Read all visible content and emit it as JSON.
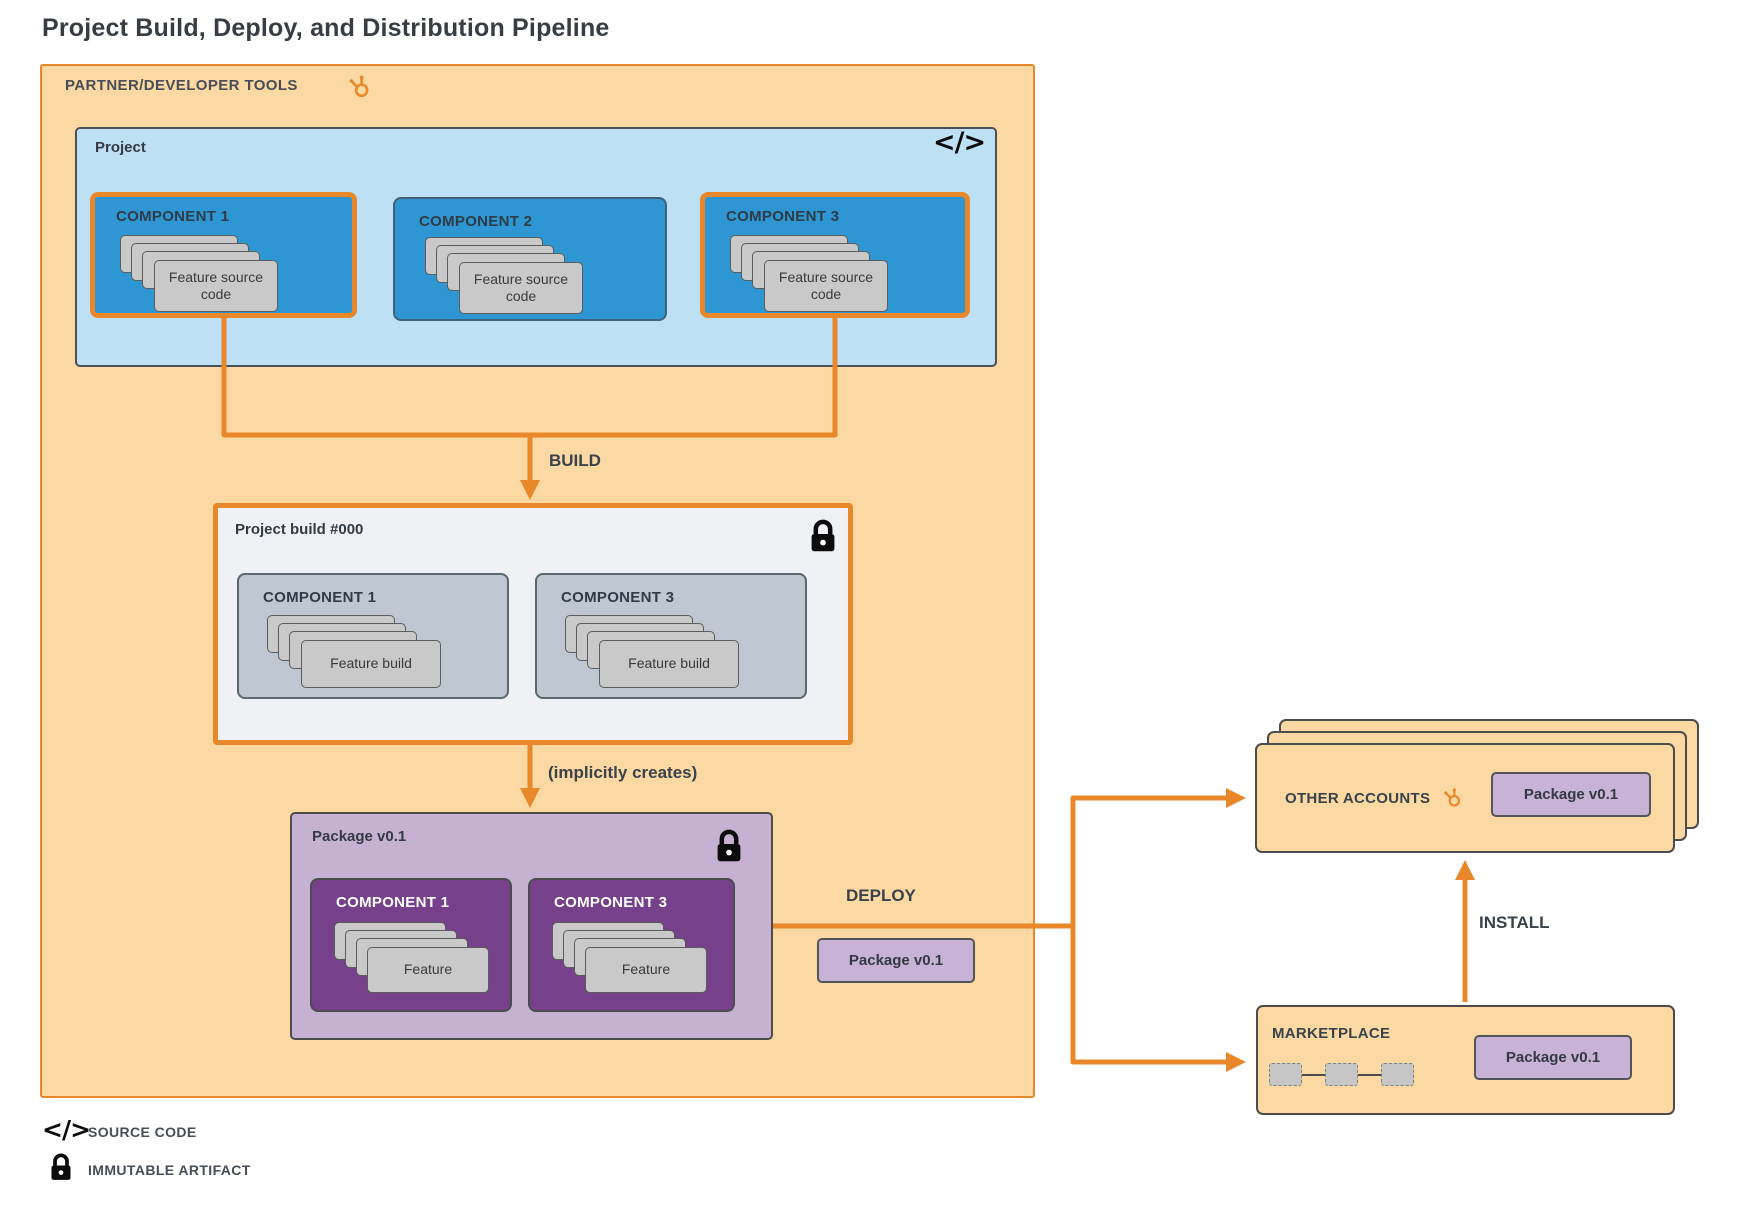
{
  "title": "Project Build, Deploy, and Distribution Pipeline",
  "icons": {
    "code_glyph": "</>"
  },
  "colors": {
    "accent_orange": "#e8882b",
    "panel_orange": "#fcd9a2",
    "component_blue": "#2e96d2",
    "project_blue": "#bee0f5",
    "build_gray": "#eff1f4",
    "build_component_gray": "#bec7d2",
    "package_purple": "#c7b1d3",
    "component_purple": "#77408b",
    "badge_purple": "#c8b2d5",
    "card_gray": "#c9c9c9"
  },
  "partner": {
    "label": "PARTNER/DEVELOPER TOOLS",
    "project": {
      "label": "Project",
      "components": [
        {
          "label": "COMPONENT 1",
          "card": "Feature source code"
        },
        {
          "label": "COMPONENT 2",
          "card": "Feature source code"
        },
        {
          "label": "COMPONENT 3",
          "card": "Feature source code"
        }
      ]
    },
    "build_arrow_label": "BUILD",
    "build": {
      "label": "Project build #000",
      "components": [
        {
          "label": "COMPONENT 1",
          "card": "Feature build"
        },
        {
          "label": "COMPONENT 3",
          "card": "Feature build"
        }
      ]
    },
    "implicit_label": "(implicitly creates)",
    "package": {
      "label": "Package v0.1",
      "components": [
        {
          "label": "COMPONENT 1",
          "card": "Feature"
        },
        {
          "label": "COMPONENT 3",
          "card": "Feature"
        }
      ]
    }
  },
  "deploy": {
    "label": "DEPLOY",
    "badge": "Package v0.1"
  },
  "other_accounts": {
    "label": "OTHER ACCOUNTS",
    "badge": "Package v0.1"
  },
  "install_label": "INSTALL",
  "marketplace": {
    "label": "MARKETPLACE",
    "badge": "Package v0.1"
  },
  "legend": [
    {
      "label": "SOURCE CODE"
    },
    {
      "label": "IMMUTABLE ARTIFACT"
    }
  ]
}
